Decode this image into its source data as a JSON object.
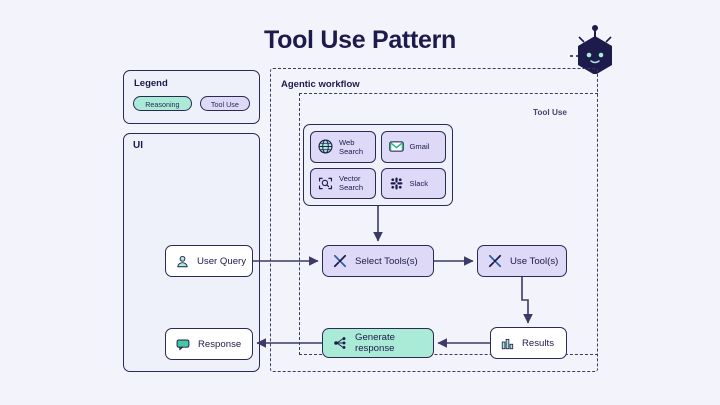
{
  "page": {
    "title": "Tool Use Pattern",
    "background_color": "#f3f3fb",
    "accent_dark": "#1c1b4b",
    "accent_mint": "#a9ebd7",
    "accent_purple": "#ddd9f6"
  },
  "logo": {
    "icon": "robot-hexagon-logo"
  },
  "legend": {
    "title": "Legend",
    "items": [
      {
        "label": "Reasoning",
        "color": "#a9ebd7"
      },
      {
        "label": "Tool Use",
        "color": "#ddd9f6"
      }
    ]
  },
  "ui_panel": {
    "label": "UI"
  },
  "agentic_panel": {
    "label": "Agentic workflow"
  },
  "tool_use_zone": {
    "label": "Tool Use"
  },
  "tools": [
    {
      "label": "Web\nSearch",
      "line1": "Web",
      "line2": "Search",
      "icon": "globe-icon"
    },
    {
      "label": "Gmail",
      "line1": "Gmail",
      "line2": "",
      "icon": "gmail-icon"
    },
    {
      "label": "Vector\nSearch",
      "line1": "Vector",
      "line2": "Search",
      "icon": "vector-search-icon"
    },
    {
      "label": "Slack",
      "line1": "Slack",
      "line2": "",
      "icon": "slack-icon"
    }
  ],
  "nodes": {
    "user_query": {
      "label": "User Query",
      "icon": "user-icon",
      "style": "white"
    },
    "select_tools": {
      "label": "Select Tools(s)",
      "icon": "tools-icon",
      "style": "purple"
    },
    "use_tools": {
      "label": "Use Tool(s)",
      "icon": "tools-icon",
      "style": "purple"
    },
    "results": {
      "label": "Results",
      "icon": "bar-chart-icon",
      "style": "white"
    },
    "generate_response": {
      "label": "Generate response",
      "icon": "node-graph-icon",
      "style": "mint"
    },
    "response": {
      "label": "Response",
      "icon": "speech-bubble-icon",
      "style": "white"
    }
  },
  "flow_edges": [
    {
      "from": "user_query",
      "to": "select_tools"
    },
    {
      "from": "tools",
      "to": "select_tools"
    },
    {
      "from": "select_tools",
      "to": "use_tools"
    },
    {
      "from": "use_tools",
      "to": "results"
    },
    {
      "from": "results",
      "to": "generate_response"
    },
    {
      "from": "generate_response",
      "to": "response"
    }
  ]
}
